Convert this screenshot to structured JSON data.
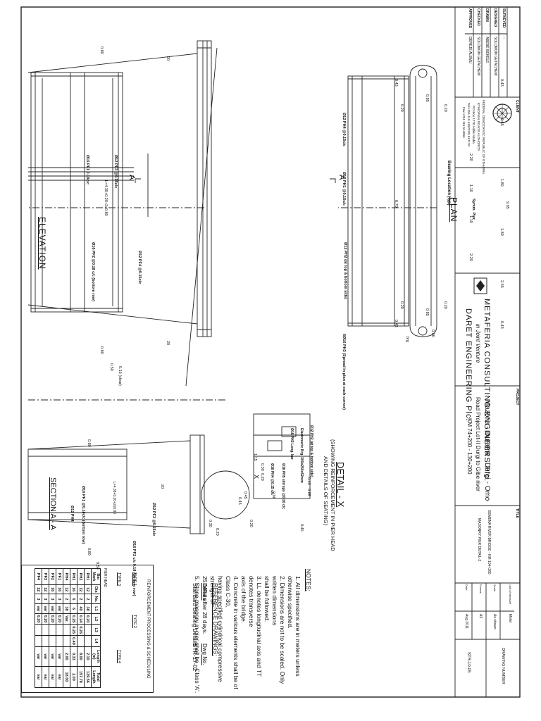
{
  "title_block": {
    "approvals": [
      {
        "role": "SURVEYED",
        "name": "--"
      },
      {
        "role": "DESIGNED",
        "name": "SOLOMON GETACHEW"
      },
      {
        "role": "DRAWN",
        "name": "ABEBE BEKELE"
      },
      {
        "role": "CHECKED",
        "name": "SOLOMON GETACHEW"
      },
      {
        "role": "APPROVED",
        "name": "DEREJE ALEMU"
      }
    ],
    "client_label": "CLIENT",
    "client_lines": [
      "FEDERAL DEMOCRATIC REPUBLIC OF ETHIOPIA",
      "ETHIOPIAN ROADS AUTHORITY",
      "P.O.Box 1770 Addis Ababa",
      "Tel:+251 115 515222/5 517170",
      "Fax:+251 115 514866"
    ],
    "consultant_name": "METAFERIA CONSULTING ENGINEERS Plc.",
    "joint_venture": "in Joint Venture",
    "partner_name": "DARET ENGINEERING Plc.",
    "project_label": "PROJECT",
    "project_lines": [
      "Mazoria - Durame - Durgi - Omo",
      "Road Project  Lot-II  Durgi to Gibe river",
      "KM 74+200 - 130+200"
    ],
    "title_label": "TITLE",
    "title_lines": [
      "GEMENA RIVER BRIDGE - KM 104+280",
      "MASONRY PIER DETAIL-2"
    ],
    "meta": [
      {
        "label": "Unit of measure",
        "value": "Meter"
      },
      {
        "label": "Scale",
        "value": "As shown"
      },
      {
        "label": "Format",
        "value": "A3"
      },
      {
        "label": "Date",
        "value": "Aug 2011"
      }
    ],
    "drawing_number_label": "DRAWING NUMBER",
    "drawing_number": "STR-10-05"
  },
  "elevation": {
    "title": "ELEVATION",
    "section_marks": [
      "A",
      "A"
    ],
    "bar_labels": [
      "Ø12 PF3 @0.15c/c",
      "Ø16 PF1 0.18c/c",
      "L=4.35+0.20+2x0.80",
      "Ø12 PH4 @0.15c/c",
      "Ø12 PH1 @0.15c/c",
      "Ø12 PH2 (at top & bottom side)",
      "Ø12 PF4 @0.15c/c",
      "Ø16 PF2 @0.18 c/c (bottom row)",
      "6Ø16 PH3 (Spread in plan at each corner)"
    ],
    "dims": [
      "0.80",
      "0.80",
      "0.50",
      "0.15 (clear)",
      "20",
      "20",
      "0.43",
      "0.43",
      "6.70"
    ]
  },
  "plan": {
    "title": "PLAN",
    "labels": [
      "Bearing Location (typ)",
      "Symm. Pier"
    ],
    "dims": [
      "0.43",
      "2.55",
      "2.20",
      "1.10",
      "1.10",
      "2.20",
      "2.55",
      "0.43",
      "9.05",
      "0.20",
      "0.20",
      "0.20",
      "0.20",
      "0.85",
      "0.85",
      "0.86",
      "1.80",
      "1.80"
    ],
    "brg": "brg"
  },
  "detail_x": {
    "title": "DETAIL - X",
    "subtitle_1": "(SHOWING REINFORCEMENT IN PIER HEAD",
    "subtitle_2": "AND DETAILS OF SEATING)",
    "labels": [
      "Ø12 PH2 (at top & bottom side)",
      "Elastomeric Brg. 300x250x52mm",
      "Ø16 PH3 Long. bar",
      "Ø16 PH5 stirrups @0.30 c/c",
      "Ø16 PH4 @0.15 c/c"
    ],
    "dims": [
      "1.15",
      "0.30",
      "0.20",
      "0.98",
      "0.45",
      "0.85",
      "0.40"
    ]
  },
  "section_aa": {
    "title": "SECTION A - A",
    "labels": [
      "Ø12 PF3 @0.15c/c",
      "Ø16 PF1 @0.18c/c (bottom row)",
      "Ø12 PH4",
      "L=4.35+0.20+2x0.80",
      "Ø16 PF2 c/c 0.18 (bottom row)"
    ],
    "dims": [
      "0.80",
      "0.80",
      "0.50",
      "20",
      "20",
      "0.30",
      "0.20",
      "0.20",
      "0.45",
      "0.45"
    ],
    "detail_mark": "X"
  },
  "notes": {
    "title": "NOTES:",
    "items": [
      "1. All dimensions are in meters unless otherwise specified.",
      "2. Dimensions are not to be scaled. Only written dimensions",
      "    shall be followed.",
      "3. LL denotes longitudinal axis and TT denotes transverse",
      "    axis of the bridge.",
      "4. Concrete in various elements shall be of Class C-30,",
      "    having specified cylindrical compressive strength of",
      "    25 MPa after 28 days.",
      "5. Stone masonry in pier shall be - Class 'A'."
    ],
    "ref_title": "REFERENCE DRAWINGS:",
    "ref_col1": "Details",
    "ref_col2": "Dwg No.",
    "refs": [
      {
        "name": "Standard Bearing Details",
        "dwg": "STR-17-02"
      }
    ]
  },
  "schedule": {
    "title": "REINFORCEMENT PROCESSING & SCHEDULING",
    "types": [
      "TYPE 1",
      "TYPE 2",
      "TYPE 3",
      "TYPE 4"
    ],
    "headers": [
      "Bar Mark",
      "Dia",
      "No.",
      "L1",
      "L2",
      "L3",
      "L4",
      "Length (m)",
      "Total Length"
    ],
    "group_label": "PIER HEAD",
    "rows": [
      [
        "PH1",
        "12",
        "2",
        "38",
        "0.20",
        "",
        "",
        "2.10",
        "139.56"
      ],
      [
        "PH2",
        "12",
        "2",
        "40",
        "0.24",
        "0.26",
        "",
        "8.00",
        "157.78"
      ],
      [
        "PH3",
        "16",
        "6",
        "6",
        "0.25",
        "0.26",
        "0.40",
        "0.33",
        "2.00"
      ],
      [
        "PH4",
        "12",
        "2",
        "38",
        "Var.",
        "",
        "",
        "2.00",
        "18.00"
      ],
      [
        "PF1",
        "16",
        "3",
        "var",
        "0.20",
        "",
        "",
        "var",
        "var"
      ],
      [
        "PF2",
        "16",
        "3",
        "var",
        "0.20",
        "",
        "",
        "var",
        "var"
      ],
      [
        "PF3",
        "12",
        "3",
        "var",
        "0.20",
        "",
        "",
        "var",
        "var"
      ],
      [
        "PF4",
        "12",
        "3",
        "var",
        "0.20",
        "",
        "",
        "var",
        "var"
      ]
    ]
  }
}
